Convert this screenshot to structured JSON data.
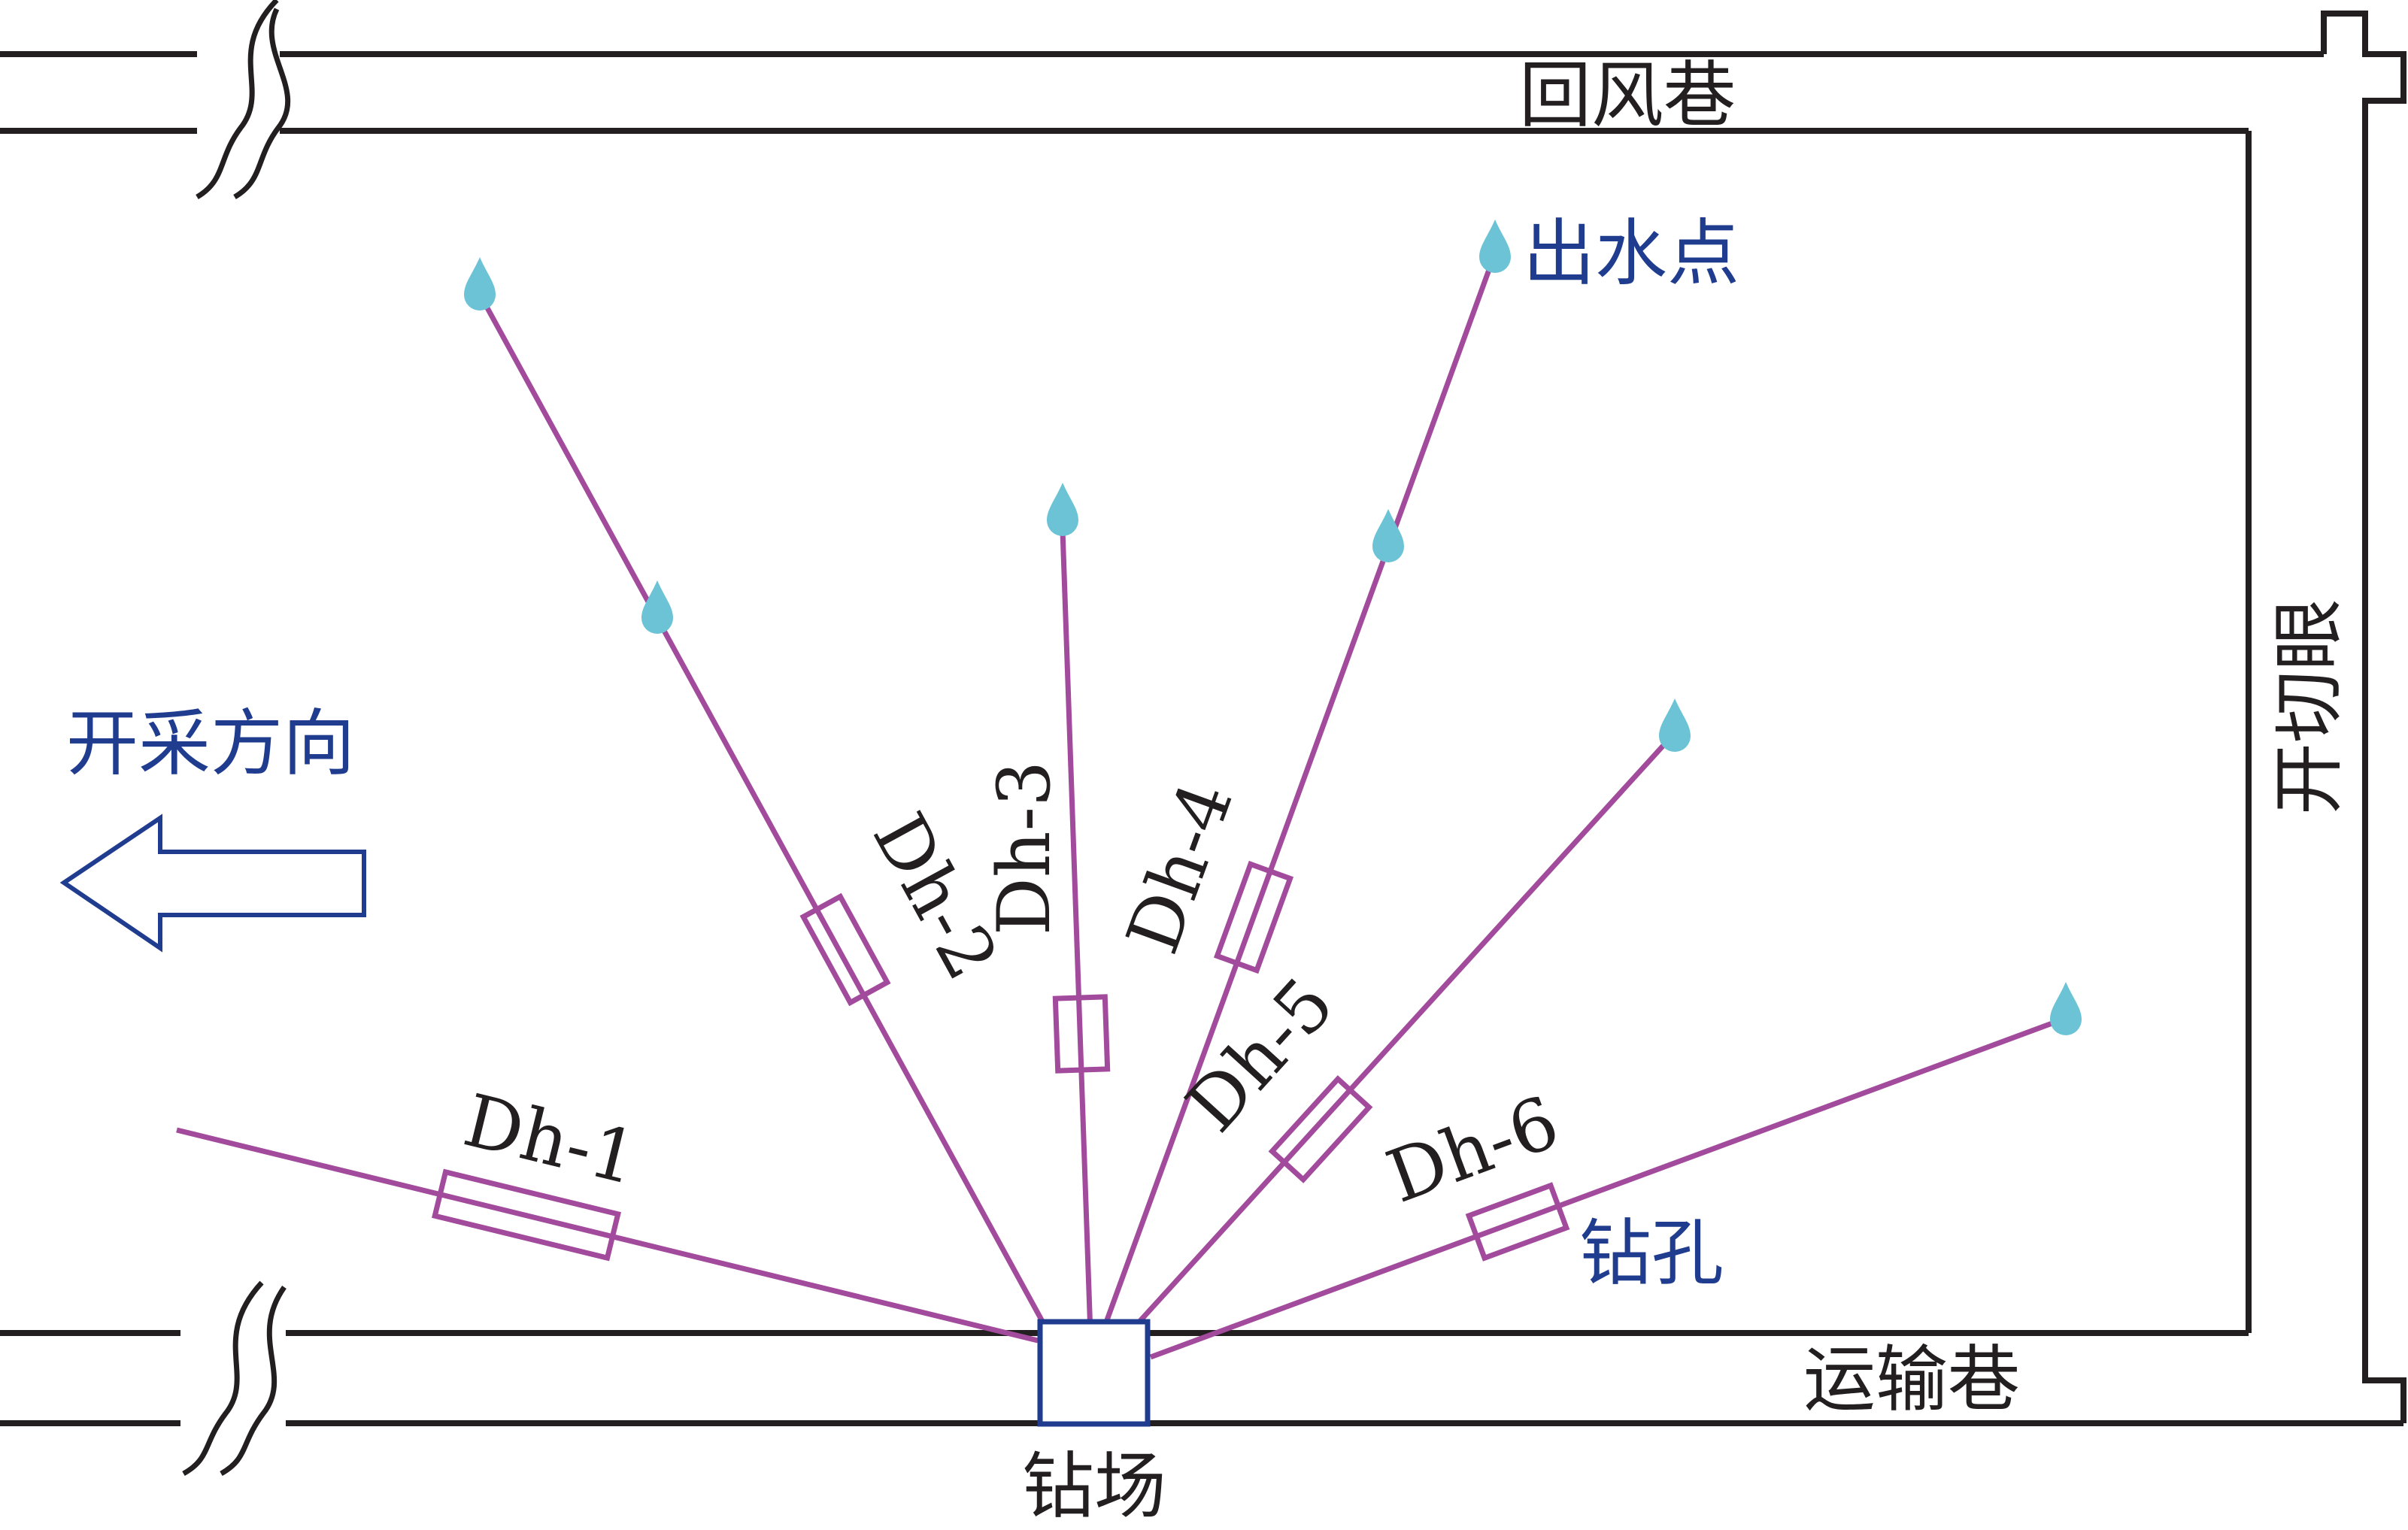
{
  "labels": {
    "return_airway": "回风巷",
    "transport_airway": "运输巷",
    "open_cut": "开切眼",
    "water_point": "出水点",
    "mining_direction": "开采方向",
    "borehole": "钻孔",
    "drill_site": "钻场"
  },
  "boreholes": [
    {
      "id": "Dh-1",
      "label": "Dh-1"
    },
    {
      "id": "Dh-2",
      "label": "Dh-2"
    },
    {
      "id": "Dh-3",
      "label": "Dh-3"
    },
    {
      "id": "Dh-4",
      "label": "Dh-4"
    },
    {
      "id": "Dh-5",
      "label": "Dh-5"
    },
    {
      "id": "Dh-6",
      "label": "Dh-6"
    }
  ],
  "colors": {
    "roadway": "#231f20",
    "borehole": "#a24a9c",
    "water": "#6cc3d5",
    "annotation": "#1f3c8f",
    "drill_site": "#1f3c8f",
    "text": "#231f20"
  }
}
